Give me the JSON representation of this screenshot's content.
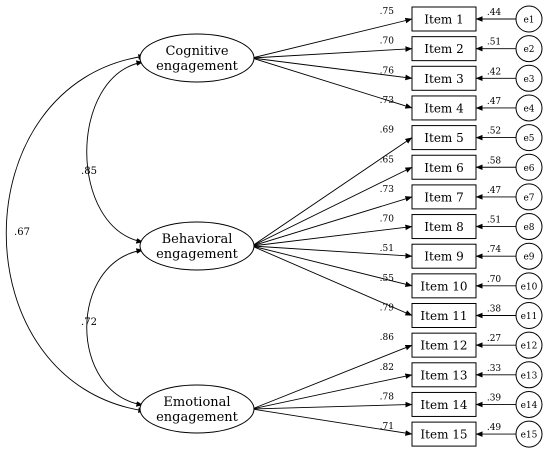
{
  "factors": [
    {
      "id": "f1",
      "line1": "Cognitive",
      "line2": "engagement"
    },
    {
      "id": "f2",
      "line1": "Behavioral",
      "line2": "engagement"
    },
    {
      "id": "f3",
      "line1": "Emotional",
      "line2": "engagement"
    }
  ],
  "items": [
    {
      "label": "Item 1",
      "factor": 0,
      "loading": ".75",
      "error": "e1",
      "error_value": ".44"
    },
    {
      "label": "Item 2",
      "factor": 0,
      "loading": ".70",
      "error": "e2",
      "error_value": ".51"
    },
    {
      "label": "Item 3",
      "factor": 0,
      "loading": ".76",
      "error": "e3",
      "error_value": ".42"
    },
    {
      "label": "Item 4",
      "factor": 0,
      "loading": ".73",
      "error": "e4",
      "error_value": ".47"
    },
    {
      "label": "Item 5",
      "factor": 1,
      "loading": ".69",
      "error": "e5",
      "error_value": ".52"
    },
    {
      "label": "Item 6",
      "factor": 1,
      "loading": ".65",
      "error": "e6",
      "error_value": ".58"
    },
    {
      "label": "Item 7",
      "factor": 1,
      "loading": ".73",
      "error": "e7",
      "error_value": ".47"
    },
    {
      "label": "Item 8",
      "factor": 1,
      "loading": ".70",
      "error": "e8",
      "error_value": ".51"
    },
    {
      "label": "Item 9",
      "factor": 1,
      "loading": ".51",
      "error": "e9",
      "error_value": ".74"
    },
    {
      "label": "Item 10",
      "factor": 1,
      "loading": ".55",
      "error": "e10",
      "error_value": ".70"
    },
    {
      "label": "Item 11",
      "factor": 1,
      "loading": ".79",
      "error": "e11",
      "error_value": ".38"
    },
    {
      "label": "Item 12",
      "factor": 2,
      "loading": ".86",
      "error": "e12",
      "error_value": ".27"
    },
    {
      "label": "Item 13",
      "factor": 2,
      "loading": ".82",
      "error": "e13",
      "error_value": ".33"
    },
    {
      "label": "Item 14",
      "factor": 2,
      "loading": ".78",
      "error": "e14",
      "error_value": ".39"
    },
    {
      "label": "Item 15",
      "factor": 2,
      "loading": ".71",
      "error": "e15",
      "error_value": ".49"
    }
  ],
  "correlations": [
    {
      "from": 0,
      "to": 1,
      "value": ".85"
    },
    {
      "from": 1,
      "to": 2,
      "value": ".72"
    },
    {
      "from": 0,
      "to": 2,
      "value": ".67"
    }
  ]
}
